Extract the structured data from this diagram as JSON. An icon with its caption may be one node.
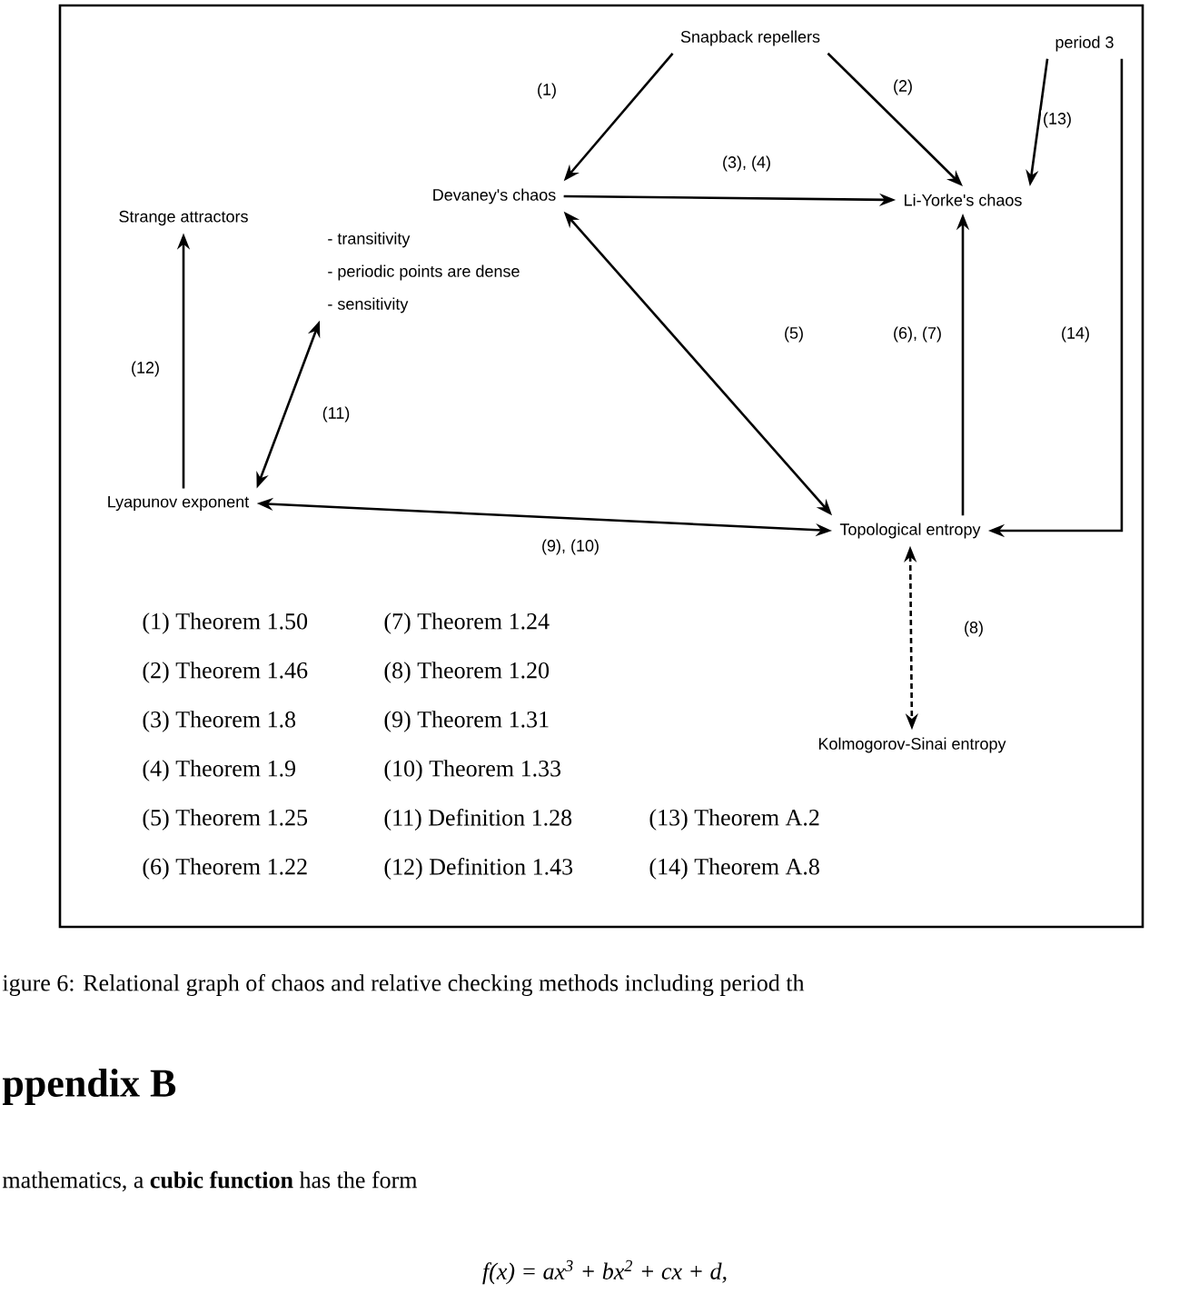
{
  "diagram": {
    "caption": "igure 6: Relational graph of chaos and relative checking methods including period th",
    "nodes": [
      {
        "text": [
          "Snapback repellers"
        ]
      },
      {
        "text": [
          "period 3"
        ]
      },
      {
        "text": [
          "Devaney's chaos"
        ]
      },
      {
        "text": [
          "- transitivity",
          "- periodic points are dense",
          "- sensitivity"
        ]
      },
      {
        "text": [
          "Li-Yorke's chaos"
        ]
      },
      {
        "text": [
          "Strange attractors"
        ]
      },
      {
        "text": [
          "Lyapunov exponent"
        ]
      },
      {
        "text": [
          "Topological entropy"
        ]
      },
      {
        "text": [
          "Kolmogorov-Sinai entropy"
        ]
      }
    ],
    "edges": [
      {
        "from": 0,
        "to": 2,
        "arrow": "to",
        "label": "(1)"
      },
      {
        "from": 0,
        "to": 4,
        "arrow": "to",
        "label": "(2)"
      },
      {
        "from": 1,
        "to": 4,
        "arrow": "to",
        "label": "(13)"
      },
      {
        "from": 2,
        "to": 4,
        "arrow": "to",
        "label": "(3), (4)"
      },
      {
        "from": 2,
        "to": 7,
        "arrow": "both",
        "label": "(5)"
      },
      {
        "from": 7,
        "to": 4,
        "arrow": "to",
        "label": "(6), (7)"
      },
      {
        "from": 1,
        "to": 7,
        "arrow": "to",
        "label": "(14)"
      },
      {
        "from": 6,
        "to": 5,
        "arrow": "to",
        "label": "(12)"
      },
      {
        "from": 6,
        "to": 3,
        "arrow": "both",
        "label": "(11)"
      },
      {
        "from": 6,
        "to": 7,
        "arrow": "both",
        "label": "(9), (10)"
      },
      {
        "from": 7,
        "to": 8,
        "arrow": "both",
        "label": "(8)",
        "style": "dashed"
      }
    ],
    "labels": [
      "(1) Theorem 1.50",
      "(7) Theorem 1.24",
      "(2) Theorem 1.46",
      "(8) Theorem 1.20",
      "(3) Theorem 1.8",
      "(9) Theorem 1.31",
      "(4) Theorem 1.9",
      "(10) Theorem 1.33",
      "(5) Theorem 1.25",
      "(11) Definition 1.28",
      "(13) Theorem A.2",
      "(6) Theorem 1.22",
      "(12) Definition 1.43",
      "(14) Theorem A.8",
      "ppendix B",
      "mathematics, a **cubic function** has the form",
      "f(x) = ax$^{3}$ + bx$^{2}$ + cx + d,"
    ]
  }
}
